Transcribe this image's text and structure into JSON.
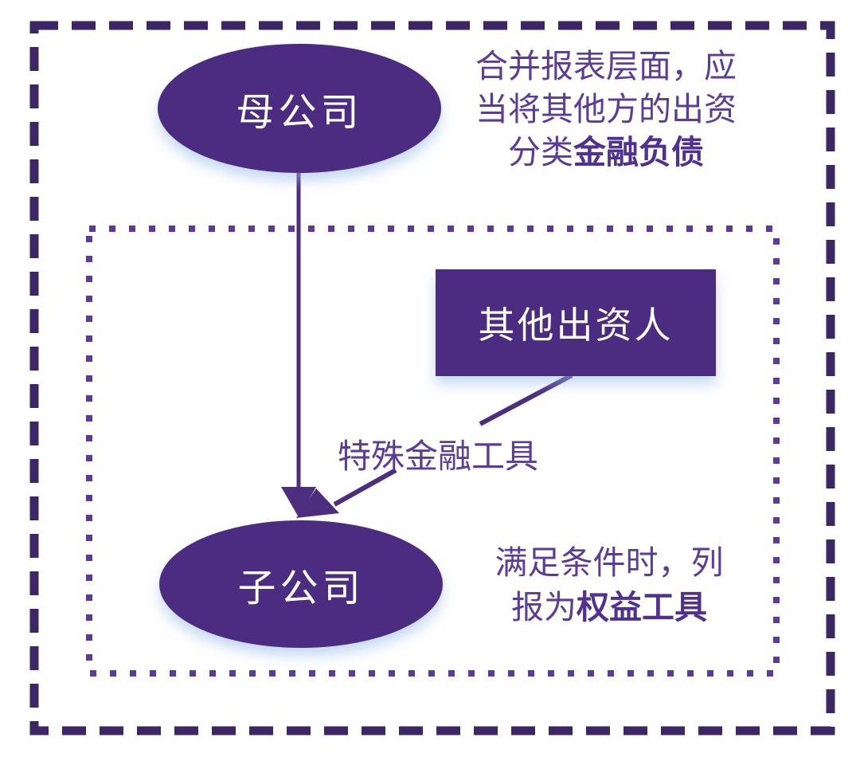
{
  "diagram": {
    "nodes": {
      "parent": {
        "label": "母公司",
        "shape": "ellipse"
      },
      "other_investors": {
        "label": "其他出资人",
        "shape": "rectangle"
      },
      "subsidiary": {
        "label": "子公司",
        "shape": "ellipse"
      }
    },
    "edges": {
      "parent_to_subsidiary": {
        "from": "母公司",
        "to": "子公司",
        "label": ""
      },
      "investors_to_subsidiary": {
        "from": "其他出资人",
        "to": "子公司",
        "label": "特殊金融工具"
      }
    },
    "edge_label": "特殊金融工具",
    "annotation_top": {
      "line1": "合并报表层面，应",
      "line2": "当将其他方的出资",
      "line3_prefix": "分类",
      "line3_bold": "金融负债"
    },
    "annotation_bottom": {
      "line1": "满足条件时，列",
      "line2_prefix": "报为",
      "line2_bold": "权益工具"
    },
    "colors": {
      "node_fill": "#4b2c80",
      "outer_border": "#3c2664",
      "inner_border": "#5a3a9b",
      "line_color": "#4c2d7e",
      "text_color": "#5b3c96",
      "text_bold_color": "#503190",
      "node_text": "#ffffff"
    }
  }
}
